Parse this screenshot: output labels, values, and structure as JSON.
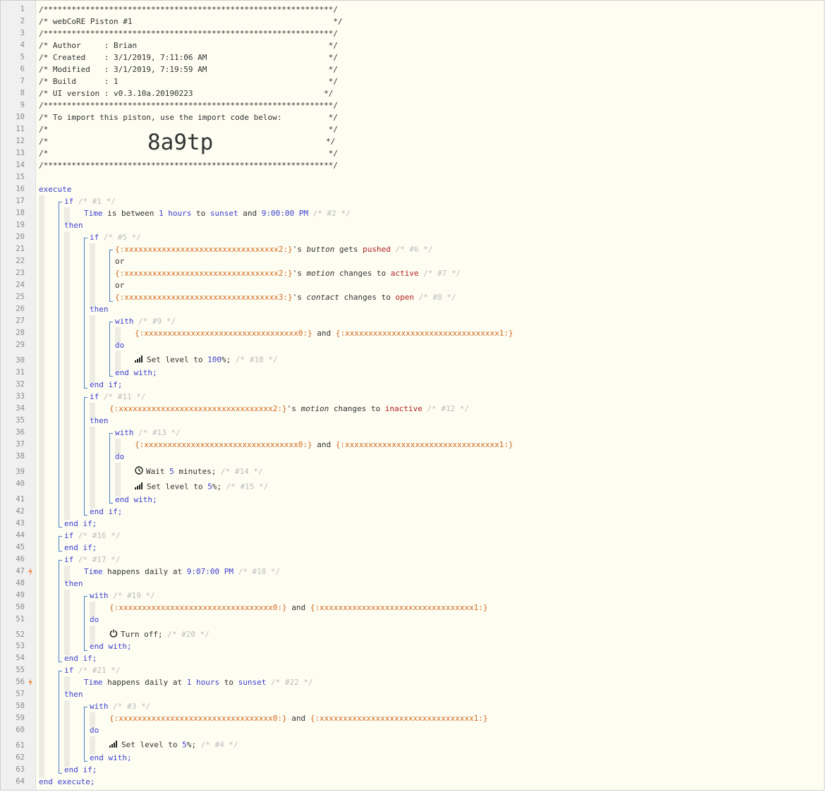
{
  "header": {
    "stars": "/**************************************************************/",
    "title": "/* webCoRE Piston #1                                           */",
    "author": "/* Author     : Brian                                         */",
    "created": "/* Created    : 3/1/2019, 7:11:06 AM                          */",
    "modified": "/* Modified   : 3/1/2019, 7:19:59 AM                          */",
    "build": "/* Build      : 1                                             */",
    "ui_version": "/* UI version : v0.3.10a.20190223                            */",
    "import_note": "/* To import this piston, use the import code below:          */",
    "blank_line": "/*                                                            */",
    "code_prefix": "/*",
    "code_suffix": "*/",
    "import_code": "8a9tp"
  },
  "devices": {
    "d0": "{:xxxxxxxxxxxxxxxxxxxxxxxxxxxxxxxxx0:}",
    "d1": "{:xxxxxxxxxxxxxxxxxxxxxxxxxxxxxxxxx1:}",
    "d2": "{:xxxxxxxxxxxxxxxxxxxxxxxxxxxxxxxxx2:}",
    "d3": "{:xxxxxxxxxxxxxxxxxxxxxxxxxxxxxxxxx3:}"
  },
  "keywords": {
    "execute": "execute",
    "if": "if",
    "then": "then",
    "with": "with",
    "do": "do",
    "or": "or",
    "and": "and",
    "end_if": "end if;",
    "end_with": "end with;",
    "end_execute": "end execute;"
  },
  "words": {
    "time": "Time",
    "is_between": " is between ",
    "to": " to ",
    "and_w": " and ",
    "happens_daily_at": " happens daily at ",
    "hours": "hours",
    "sunset": "sunset",
    "s": "'s ",
    "button": "button",
    "gets": " gets ",
    "pushed": "pushed",
    "motion": "motion",
    "contact": "contact",
    "changes_to": " changes to ",
    "active": "active",
    "inactive": "inactive",
    "open": "open",
    "set_level_to": "Set level to ",
    "wait": "Wait ",
    "minutes": " minutes;",
    "turn_off": "Turn off;",
    "pct_semi": "%;",
    "one": "1",
    "five": "5",
    "hundred": "100",
    "time_2100": "9:00:00 PM",
    "time_2107": "9:07:00 PM"
  },
  "comments": {
    "c1": "/* #1 */",
    "c2": "/* #2 */",
    "c3": "/* #3 */",
    "c4": "/* #4 */",
    "c5": "/* #5 */",
    "c6": "/* #6 */",
    "c7": "/* #7 */",
    "c8": "/* #8 */",
    "c9": "/* #9 */",
    "c10": "/* #10 */",
    "c11": "/* #11 */",
    "c12": "/* #12 */",
    "c13": "/* #13 */",
    "c14": "/* #14 */",
    "c15": "/* #15 */",
    "c16": "/* #16 */",
    "c17": "/* #17 */",
    "c18": "/* #18 */",
    "c19": "/* #19 */",
    "c20": "/* #20 */",
    "c21": "/* #21 */",
    "c22": "/* #22 */"
  },
  "line_numbers": [
    "1",
    "2",
    "3",
    "4",
    "5",
    "6",
    "7",
    "8",
    "9",
    "10",
    "11",
    "12",
    "13",
    "14",
    "15",
    "16",
    "17",
    "18",
    "19",
    "20",
    "21",
    "22",
    "23",
    "24",
    "25",
    "26",
    "27",
    "28",
    "29",
    "30",
    "31",
    "32",
    "33",
    "34",
    "35",
    "36",
    "37",
    "38",
    "39",
    "40",
    "41",
    "42",
    "43",
    "44",
    "45",
    "46",
    "47",
    "48",
    "49",
    "50",
    "51",
    "52",
    "53",
    "54",
    "55",
    "56",
    "57",
    "58",
    "59",
    "60",
    "61",
    "62",
    "63",
    "64"
  ],
  "trigger_lines": [
    "47",
    "56"
  ],
  "icons": {
    "trigger": "lightning-bolt-icon",
    "level": "signal-bars-icon",
    "wait": "clock-icon",
    "power": "power-icon"
  },
  "colors": {
    "keyword": "#3f3fd0",
    "device": "#d2691e",
    "value_red": "#b22222",
    "comment": "#bdbdbd",
    "trigger": "#f08a3e"
  }
}
